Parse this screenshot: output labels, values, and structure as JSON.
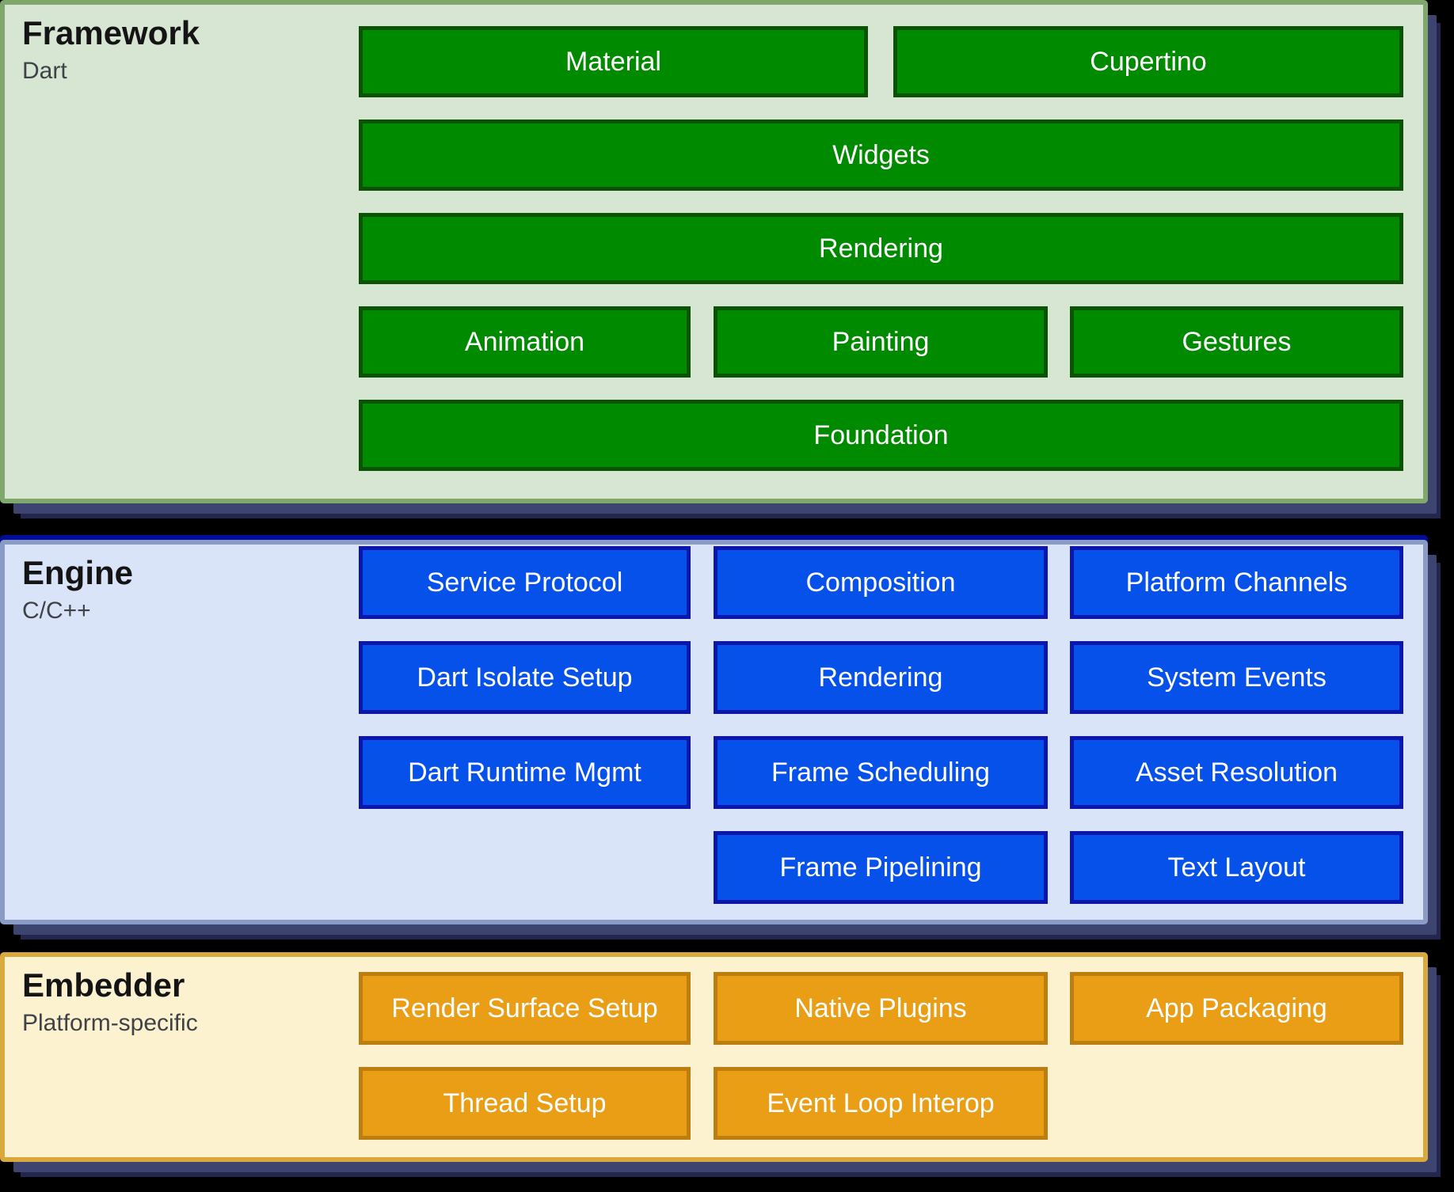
{
  "framework": {
    "title": "Framework",
    "subtitle": "Dart",
    "buttons": {
      "material": "Material",
      "cupertino": "Cupertino",
      "widgets": "Widgets",
      "rendering": "Rendering",
      "animation": "Animation",
      "painting": "Painting",
      "gestures": "Gestures",
      "foundation": "Foundation"
    }
  },
  "engine": {
    "title": "Engine",
    "subtitle": "C/C++",
    "buttons": {
      "service_protocol": "Service Protocol",
      "composition": "Composition",
      "platform_channels": "Platform Channels",
      "dart_isolate_setup": "Dart Isolate Setup",
      "rendering": "Rendering",
      "system_events": "System Events",
      "dart_runtime_mgmt": "Dart Runtime Mgmt",
      "frame_scheduling": "Frame Scheduling",
      "asset_resolution": "Asset Resolution",
      "frame_pipelining": "Frame Pipelining",
      "text_layout": "Text Layout"
    }
  },
  "embedder": {
    "title": "Embedder",
    "subtitle": "Platform-specific",
    "buttons": {
      "render_surface_setup": "Render Surface Setup",
      "native_plugins": "Native Plugins",
      "app_packaging": "App Packaging",
      "thread_setup": "Thread Setup",
      "event_loop_interop": "Event Loop Interop"
    }
  },
  "colors": {
    "page_background": "#000000",
    "framework_bg": "#d7e5d3",
    "framework_border": "#80a76c",
    "framework_button": "#008a00",
    "framework_button_border": "#0b5304",
    "engine_bg": "#d9e4f8",
    "engine_border": "#8a9cc6",
    "engine_top_accent": "#000d96",
    "engine_button": "#0551ea",
    "engine_button_border": "#0b16ad",
    "embedder_bg": "#fdf2d0",
    "embedder_border": "#d9a93d",
    "embedder_button": "#ea9e15",
    "embedder_button_border": "#bc7e10",
    "shadow": "#3e4470",
    "shadow_dark": "#23264e",
    "button_text": "#ffffff",
    "title_text": "#141414",
    "subtitle_text": "#3f4347"
  }
}
